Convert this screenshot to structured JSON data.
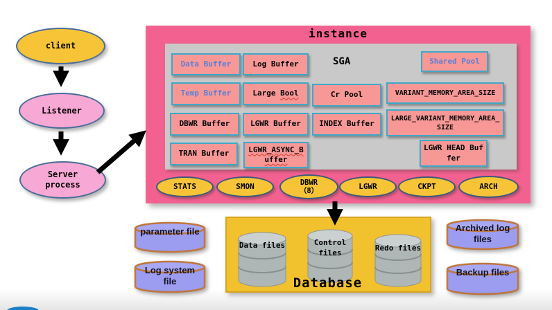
{
  "flow": {
    "client": {
      "label": "client"
    },
    "listener": {
      "label": "Listener"
    },
    "server_process": {
      "label": "Server process"
    }
  },
  "instance": {
    "title": "instance",
    "sga_label": "SGA",
    "buffers": [
      {
        "id": "data-buffer",
        "label": "Data Buffer",
        "text_color": "blue"
      },
      {
        "id": "log-buffer",
        "label": "Log Buffer"
      },
      {
        "id": "shared-pool",
        "label": "Shared Pool",
        "text_color": "blue"
      },
      {
        "id": "temp-buffer",
        "label": "Temp Buffer",
        "text_color": "blue"
      },
      {
        "id": "large-bool",
        "label_part1": "Large ",
        "label_part2": "Bool",
        "misspelled": true
      },
      {
        "id": "cr-pool",
        "label": "Cr Pool"
      },
      {
        "id": "variant-memory",
        "label": "VARIANT_MEMORY_AREA_SIZE"
      },
      {
        "id": "dbwr-buffer",
        "label": "DBWR Buffer"
      },
      {
        "id": "lgwr-buffer",
        "label": "LGWR Buffer"
      },
      {
        "id": "index-buffer",
        "label": "INDEX Buffer"
      },
      {
        "id": "large-variant-memory",
        "label": "LARGE_VARIANT_MEMORY_AREA_SIZE"
      },
      {
        "id": "tran-buffer",
        "label": "TRAN Buffer"
      },
      {
        "id": "lgwr-async-buffer",
        "label": "LGWR_ASYNC_Buffer",
        "misspelled": true
      },
      {
        "id": "lgwr-head-buffer",
        "label": "LGWR HEAD Buffer"
      }
    ],
    "processes": [
      {
        "label": "STATS"
      },
      {
        "label": "SMON"
      },
      {
        "label": "DBWR",
        "sub": "（8）"
      },
      {
        "label": "LGWR"
      },
      {
        "label": "CKPT"
      },
      {
        "label": "ARCH"
      }
    ]
  },
  "database": {
    "title": "Database",
    "stores": [
      {
        "label": "Data files"
      },
      {
        "label": "Control files"
      },
      {
        "label": "Redo files"
      }
    ]
  },
  "external_files": {
    "left": [
      {
        "label": "parameter file"
      },
      {
        "label": "Log system file"
      }
    ],
    "right": [
      {
        "label": "Archived log files"
      },
      {
        "label": "Backup files"
      }
    ]
  },
  "colors": {
    "instance_fill": "#F2618F",
    "sga_fill": "#C9C9C9",
    "buffer_fill": "#F79896",
    "buffer_border": "#41A7C8",
    "buffer_blue_text": "#5B7FD6",
    "process_fill": "#F7C437",
    "process_border": "#3A5A7D",
    "flow_pink_fill": "#F8A8D4",
    "client_fill": "#F7C437",
    "database_fill": "#F2C12E",
    "database_border": "#D9A51F",
    "datastore_gray": "#AFB6B6",
    "file_cylinder_fill": "#9C9CF0",
    "file_cylinder_border": "#C1763C",
    "arrow_color": "#000000",
    "spellcheck_underline": "#E03A2F"
  }
}
